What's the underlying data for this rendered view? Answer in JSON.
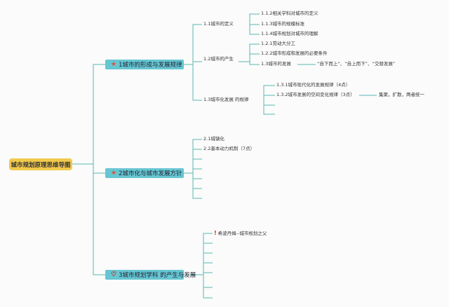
{
  "root": {
    "label": "城市规划原理思维导图"
  },
  "branches": [
    {
      "label": "1城市的形成与发展规律",
      "icon": "star-icon",
      "children": [
        {
          "label": "1.1城市的定义",
          "children": [
            "1.1.2相关学科对城市的定义",
            "1.1.3城市的规模标准",
            "1.1.4城市规划对城市的理解"
          ]
        },
        {
          "label": "1.2城市的产生",
          "children": [
            "1.2.1劳动大分工",
            "1.2.2城市形成和发展的必要条件",
            "1.3城市的发展"
          ],
          "note": "“自下而上”、“自上而下”、“交替发展”"
        },
        {
          "label": "1.3城市化发展 的规律",
          "children": [
            "1.3.1城市现代化的发展规律（4点）",
            "1.3.2城市发展的空间变化规律（3点）"
          ],
          "note": "集聚，扩散，两者统一"
        }
      ]
    },
    {
      "label": "2城市化与城市发展方针",
      "icon": "star-icon",
      "children": [
        {
          "label": "2.1城镇化"
        },
        {
          "label": "2.2基本动力机制（7点）"
        }
      ]
    },
    {
      "label": "3城市规划学科 的产生与发展",
      "icon": "heart-icon",
      "children": [
        {
          "label": "希波丹姆--城市规划之父"
        }
      ]
    }
  ],
  "colors": {
    "line": "#5bb7b4",
    "branch": "#66c6d2",
    "root": "#f2c94c",
    "star": "#e0503b"
  }
}
